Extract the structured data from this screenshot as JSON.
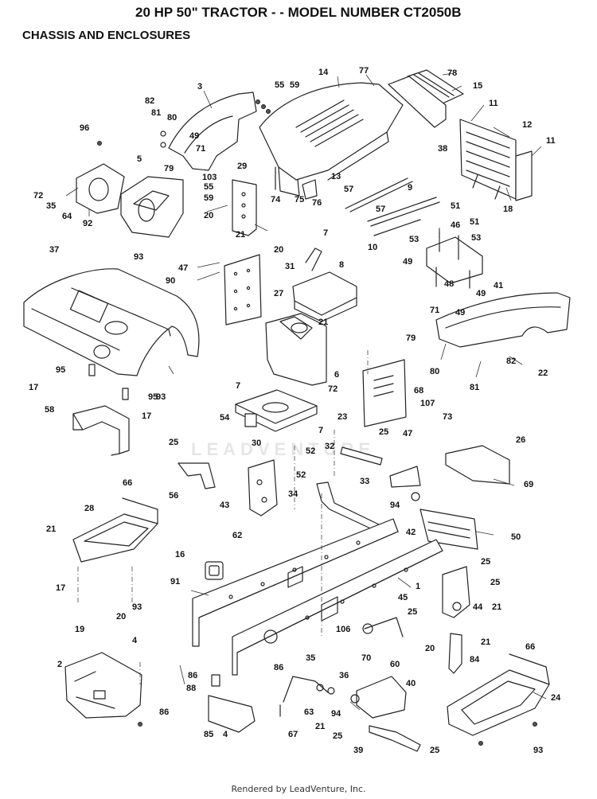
{
  "header": {
    "title": "20 HP 50\" TRACTOR - - MODEL NUMBER CT2050B",
    "section": "CHASSIS AND ENCLOSURES"
  },
  "watermark": "LEADVENTURE",
  "footer": "Rendered by LeadVenture, Inc.",
  "callouts": [
    {
      "id": "c3",
      "label": "3"
    },
    {
      "id": "c14",
      "label": "14"
    },
    {
      "id": "c77",
      "label": "77"
    },
    {
      "id": "c78",
      "label": "78"
    },
    {
      "id": "c15",
      "label": "15"
    },
    {
      "id": "c55a",
      "label": "55"
    },
    {
      "id": "c59a",
      "label": "59"
    },
    {
      "id": "c82a",
      "label": "82"
    },
    {
      "id": "c81a",
      "label": "81"
    },
    {
      "id": "c80a",
      "label": "80"
    },
    {
      "id": "c96",
      "label": "96"
    },
    {
      "id": "c49a",
      "label": "49"
    },
    {
      "id": "c71a",
      "label": "71"
    },
    {
      "id": "c79a",
      "label": "79"
    },
    {
      "id": "c11a",
      "label": "11"
    },
    {
      "id": "c12",
      "label": "12"
    },
    {
      "id": "c38",
      "label": "38"
    },
    {
      "id": "c11b",
      "label": "11"
    },
    {
      "id": "c18",
      "label": "18"
    },
    {
      "id": "c5",
      "label": "5"
    },
    {
      "id": "c72a",
      "label": "72"
    },
    {
      "id": "c35a",
      "label": "35"
    },
    {
      "id": "c64",
      "label": "64"
    },
    {
      "id": "c92",
      "label": "92"
    },
    {
      "id": "c103",
      "label": "103"
    },
    {
      "id": "c29",
      "label": "29"
    },
    {
      "id": "c55b",
      "label": "55"
    },
    {
      "id": "c59b",
      "label": "59"
    },
    {
      "id": "c20a",
      "label": "20"
    },
    {
      "id": "c21a",
      "label": "21"
    },
    {
      "id": "c20b",
      "label": "20"
    },
    {
      "id": "c74",
      "label": "74"
    },
    {
      "id": "c13",
      "label": "13"
    },
    {
      "id": "c75",
      "label": "75"
    },
    {
      "id": "c76",
      "label": "76"
    },
    {
      "id": "c57a",
      "label": "57"
    },
    {
      "id": "c9",
      "label": "9"
    },
    {
      "id": "c57b",
      "label": "57"
    },
    {
      "id": "c10",
      "label": "10"
    },
    {
      "id": "c51a",
      "label": "51"
    },
    {
      "id": "c46",
      "label": "46"
    },
    {
      "id": "c51b",
      "label": "51"
    },
    {
      "id": "c53a",
      "label": "53"
    },
    {
      "id": "c53b",
      "label": "53"
    },
    {
      "id": "c49b",
      "label": "49"
    },
    {
      "id": "c48",
      "label": "48"
    },
    {
      "id": "c41",
      "label": "41"
    },
    {
      "id": "c49c",
      "label": "49"
    },
    {
      "id": "c37",
      "label": "37"
    },
    {
      "id": "c93a",
      "label": "93"
    },
    {
      "id": "c47a",
      "label": "47"
    },
    {
      "id": "c90",
      "label": "90"
    },
    {
      "id": "c27",
      "label": "27"
    },
    {
      "id": "c31",
      "label": "31"
    },
    {
      "id": "c7a",
      "label": "7"
    },
    {
      "id": "c8",
      "label": "8"
    },
    {
      "id": "c71b",
      "label": "71"
    },
    {
      "id": "c49d",
      "label": "49"
    },
    {
      "id": "c79b",
      "label": "79"
    },
    {
      "id": "c82b",
      "label": "82"
    },
    {
      "id": "c80b",
      "label": "80"
    },
    {
      "id": "c81b",
      "label": "81"
    },
    {
      "id": "c22",
      "label": "22"
    },
    {
      "id": "c21b",
      "label": "21"
    },
    {
      "id": "c6",
      "label": "6"
    },
    {
      "id": "c72b",
      "label": "72"
    },
    {
      "id": "c95a",
      "label": "95"
    },
    {
      "id": "c93b",
      "label": "93"
    },
    {
      "id": "c17a",
      "label": "17"
    },
    {
      "id": "c95b",
      "label": "95"
    },
    {
      "id": "c17b",
      "label": "17"
    },
    {
      "id": "c58",
      "label": "58"
    },
    {
      "id": "c7b",
      "label": "7"
    },
    {
      "id": "c54",
      "label": "54"
    },
    {
      "id": "c7c",
      "label": "7"
    },
    {
      "id": "c30",
      "label": "30"
    },
    {
      "id": "c52a",
      "label": "52"
    },
    {
      "id": "c68",
      "label": "68"
    },
    {
      "id": "c107",
      "label": "107"
    },
    {
      "id": "c23",
      "label": "23"
    },
    {
      "id": "c73",
      "label": "73"
    },
    {
      "id": "c47b",
      "label": "47"
    },
    {
      "id": "c25a",
      "label": "25"
    },
    {
      "id": "c56",
      "label": "56"
    },
    {
      "id": "c32",
      "label": "32"
    },
    {
      "id": "c25b",
      "label": "25"
    },
    {
      "id": "c26",
      "label": "26"
    },
    {
      "id": "c69",
      "label": "69"
    },
    {
      "id": "c66a",
      "label": "66"
    },
    {
      "id": "c43",
      "label": "43"
    },
    {
      "id": "c52b",
      "label": "52"
    },
    {
      "id": "c34",
      "label": "34"
    },
    {
      "id": "c33",
      "label": "33"
    },
    {
      "id": "c94a",
      "label": "94"
    },
    {
      "id": "c28",
      "label": "28"
    },
    {
      "id": "c21c",
      "label": "21"
    },
    {
      "id": "c62",
      "label": "62"
    },
    {
      "id": "c42",
      "label": "42"
    },
    {
      "id": "c50",
      "label": "50"
    },
    {
      "id": "c16",
      "label": "16"
    },
    {
      "id": "c25c",
      "label": "25"
    },
    {
      "id": "c91",
      "label": "91"
    },
    {
      "id": "c1",
      "label": "1"
    },
    {
      "id": "c25d",
      "label": "25"
    },
    {
      "id": "c17c",
      "label": "17"
    },
    {
      "id": "c93c",
      "label": "93"
    },
    {
      "id": "c20c",
      "label": "20"
    },
    {
      "id": "c19",
      "label": "19"
    },
    {
      "id": "c45",
      "label": "45"
    },
    {
      "id": "c25e",
      "label": "25"
    },
    {
      "id": "c44",
      "label": "44"
    },
    {
      "id": "c21d",
      "label": "21"
    },
    {
      "id": "c4a",
      "label": "4"
    },
    {
      "id": "c106",
      "label": "106"
    },
    {
      "id": "c35b",
      "label": "35"
    },
    {
      "id": "c70",
      "label": "70"
    },
    {
      "id": "c60",
      "label": "60"
    },
    {
      "id": "c20d",
      "label": "20"
    },
    {
      "id": "c21e",
      "label": "21"
    },
    {
      "id": "c84",
      "label": "84"
    },
    {
      "id": "c66b",
      "label": "66"
    },
    {
      "id": "c2",
      "label": "2"
    },
    {
      "id": "c86a",
      "label": "86"
    },
    {
      "id": "c36",
      "label": "36"
    },
    {
      "id": "c86b",
      "label": "86"
    },
    {
      "id": "c88",
      "label": "88"
    },
    {
      "id": "c40",
      "label": "40"
    },
    {
      "id": "c24",
      "label": "24"
    },
    {
      "id": "c63",
      "label": "63"
    },
    {
      "id": "c94b",
      "label": "94"
    },
    {
      "id": "c85",
      "label": "85"
    },
    {
      "id": "c4b",
      "label": "4"
    },
    {
      "id": "c67",
      "label": "67"
    },
    {
      "id": "c21f",
      "label": "21"
    },
    {
      "id": "c25f",
      "label": "25"
    },
    {
      "id": "c39",
      "label": "39"
    },
    {
      "id": "c25g",
      "label": "25"
    },
    {
      "id": "c93d",
      "label": "93"
    },
    {
      "id": "c86c",
      "label": "86"
    }
  ]
}
